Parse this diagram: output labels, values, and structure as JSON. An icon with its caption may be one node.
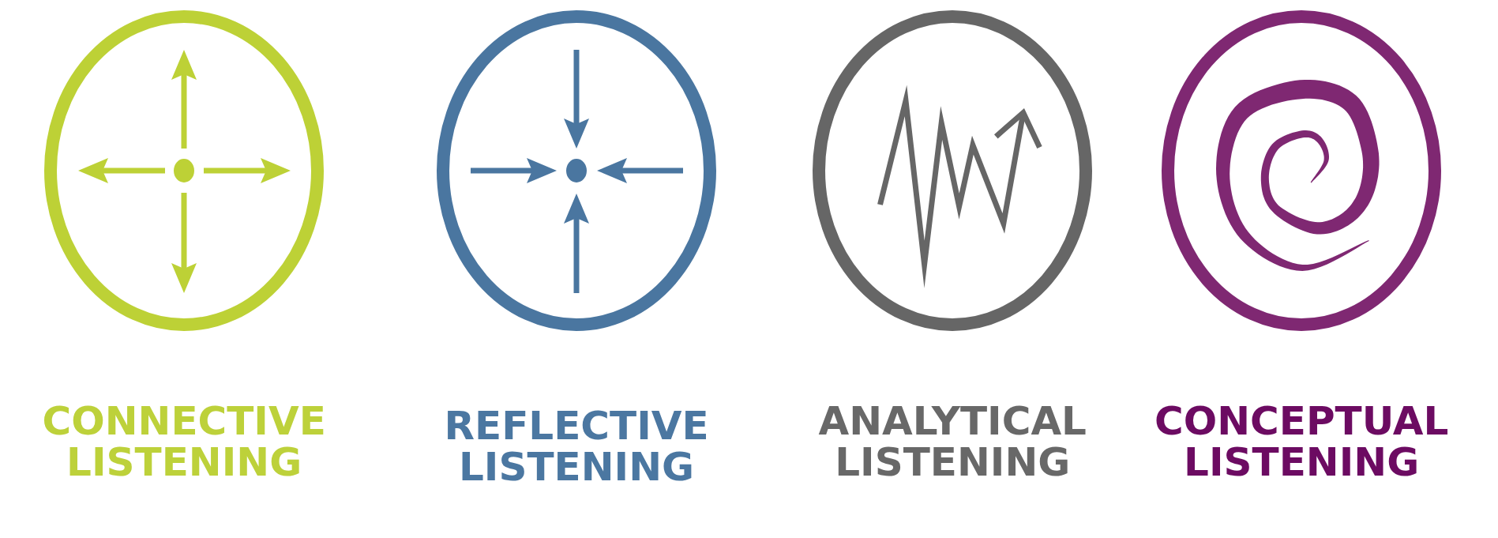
{
  "diagram": {
    "nodes": [
      {
        "text": [],
        "shape": "circle",
        "beside": [
          "CONNECTIVE LISTENING"
        ]
      },
      {
        "text": [],
        "shape": "circle",
        "beside": [
          "REFLECTIVE LISTENING"
        ]
      },
      {
        "text": [],
        "shape": "circle",
        "beside": [
          "ANALYTICAL LISTENING"
        ]
      },
      {
        "text": [],
        "shape": "circle",
        "beside": [
          "CONCEPTUAL LISTENING"
        ]
      }
    ]
  }
}
